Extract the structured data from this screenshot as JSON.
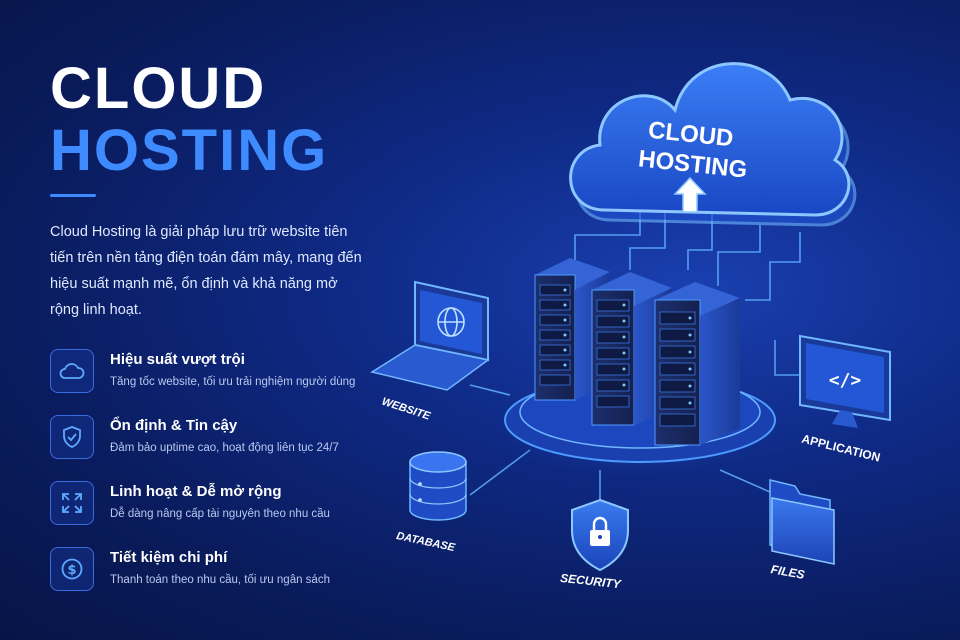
{
  "hero": {
    "title_line1": "CLOUD",
    "title_line2": "HOSTING",
    "description": "Cloud Hosting là giải pháp lưu trữ website tiên tiến trên nền tảng điện toán đám mây, mang đến hiệu suất mạnh mẽ, ổn định và khả năng mở rộng linh hoạt."
  },
  "features": [
    {
      "icon": "cloud-icon",
      "title": "Hiệu suất vượt trội",
      "subtitle": "Tăng tốc website, tối ưu trải nghiệm người dùng"
    },
    {
      "icon": "shield-check-icon",
      "title": "Ổn định & Tin cậy",
      "subtitle": "Đảm bảo uptime cao, hoạt động liên tục 24/7"
    },
    {
      "icon": "expand-icon",
      "title": "Linh hoạt & Dễ mở rộng",
      "subtitle": "Dễ dàng nâng cấp tài nguyên theo nhu cầu"
    },
    {
      "icon": "dollar-icon",
      "title": "Tiết kiệm chi phí",
      "subtitle": "Thanh toán theo nhu cầu, tối ưu ngân sách"
    }
  ],
  "diagram": {
    "cloud_line1": "CLOUD",
    "cloud_line2": "HOSTING",
    "labels": {
      "website": "WEBSITE",
      "application": "APPLICATION",
      "database": "DATABASE",
      "security": "SECURITY",
      "files": "FILES"
    }
  },
  "colors": {
    "accent": "#3d8bff",
    "background": "#0f2a86",
    "glow": "#5fb0ff"
  }
}
